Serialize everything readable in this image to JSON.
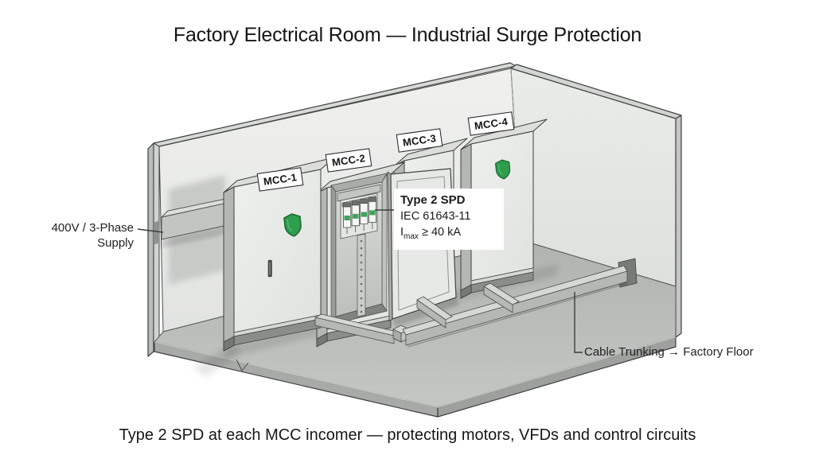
{
  "title": "Factory Electrical Room — Industrial Surge Protection",
  "caption": "Type 2 SPD at each MCC incomer — protecting motors, VFDs and control circuits",
  "cabinets": [
    {
      "label": "MCC-1",
      "has_shield": true,
      "door_open": false
    },
    {
      "label": "MCC-2",
      "has_shield": false,
      "door_open": true
    },
    {
      "label": "MCC-3",
      "has_shield": false,
      "door_open": false
    },
    {
      "label": "MCC-4",
      "has_shield": true,
      "door_open": false
    }
  ],
  "callout": {
    "title": "Type 2 SPD",
    "standard": "IEC 61643-11",
    "imax_prefix": "I",
    "imax_sub": "max",
    "imax_value": " ≥ 40 kA"
  },
  "labels": {
    "supply_line1": "400V / 3-Phase",
    "supply_line2": "Supply",
    "trunking": "Cable Trunking → Factory Floor"
  },
  "icons": {
    "shield": "shield-icon"
  },
  "colors": {
    "shield_green": "#2f9e4c",
    "shield_green_dark": "#1c6b33",
    "spd_band_green": "#3da45a",
    "outline": "#3d413d",
    "wall": "#eaecea",
    "floor": "#bdc0bd",
    "background": "#ffffff"
  }
}
